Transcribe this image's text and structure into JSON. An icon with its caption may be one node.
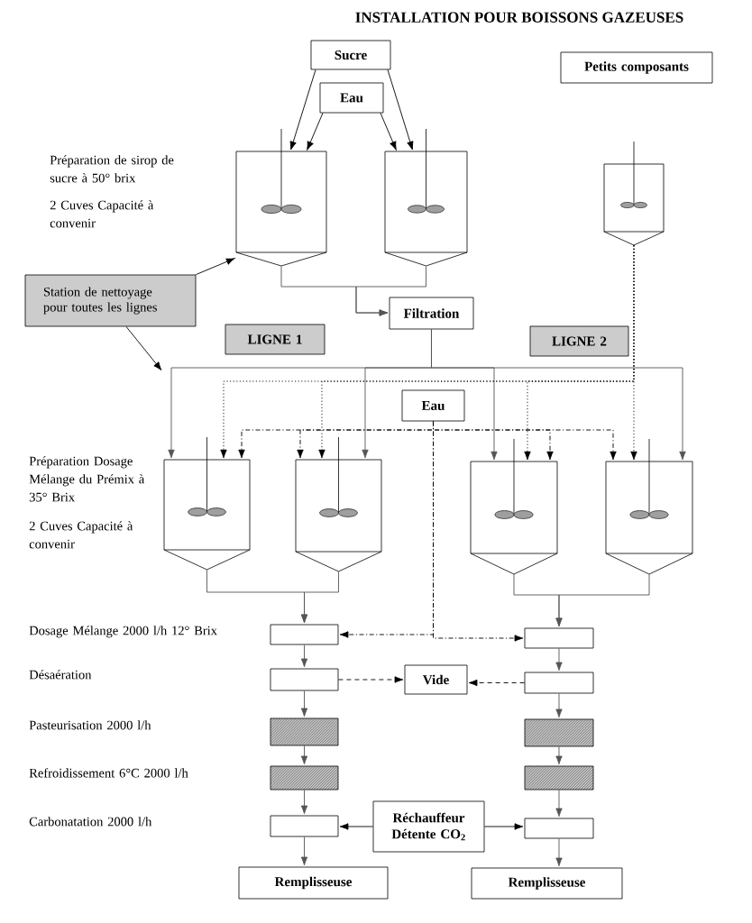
{
  "diagram": {
    "title": "INSTALLATION POUR BOISSONS GAZEUSES",
    "nodes": [
      {
        "text": [
          "Sucre"
        ]
      },
      {
        "text": [
          "Eau"
        ]
      },
      {
        "text": [
          "Petits composants"
        ]
      },
      {
        "text": [],
        "shape": "tank"
      },
      {
        "text": [],
        "shape": "tank"
      },
      {
        "text": [],
        "shape": "tank"
      },
      {
        "text": [
          "Station de nettoyage pour toutes les lignes"
        ]
      },
      {
        "text": [
          "Filtration"
        ]
      },
      {
        "text": [
          "LIGNE 1"
        ]
      },
      {
        "text": [
          "LIGNE 2"
        ]
      },
      {
        "text": [
          "Eau"
        ]
      },
      {
        "text": [],
        "shape": "tank"
      },
      {
        "text": [],
        "shape": "tank"
      },
      {
        "text": [],
        "shape": "tank"
      },
      {
        "text": [],
        "shape": "tank"
      },
      {
        "text": [],
        "shape": "box"
      },
      {
        "text": [],
        "shape": "box"
      },
      {
        "text": [],
        "shape": "box"
      },
      {
        "text": [
          "Vide"
        ]
      },
      {
        "text": [],
        "shape": "box"
      },
      {
        "text": [],
        "shape": "box"
      },
      {
        "text": [],
        "shape": "box"
      },
      {
        "text": [],
        "shape": "box"
      },
      {
        "text": [],
        "shape": "box"
      },
      {
        "text": [],
        "shape": "box"
      },
      {
        "text": [
          "Réchauffeur Détente CO$_{2}$"
        ]
      },
      {
        "text": [],
        "shape": "box"
      },
      {
        "text": [
          "Remplisseuse"
        ]
      },
      {
        "text": [
          "Remplisseuse"
        ]
      }
    ],
    "edges": [
      {
        "from": 0,
        "to": 3,
        "arrow": "to",
        "color": "#000000"
      },
      {
        "from": 1,
        "to": 3,
        "arrow": "to",
        "color": "#000000"
      },
      {
        "from": 1,
        "to": 4,
        "arrow": "to",
        "color": "#000000"
      },
      {
        "from": 0,
        "to": 4,
        "arrow": "to",
        "color": "#000000"
      },
      {
        "from": 6,
        "to": 3,
        "arrow": "to",
        "color": "#000000"
      },
      {
        "from": 6,
        "to": null,
        "arrow": "to",
        "color": "#000000"
      },
      {
        "from": 3,
        "to": 7,
        "arrow": "to"
      },
      {
        "from": 4,
        "to": 7,
        "arrow": "to"
      },
      {
        "from": 7,
        "to": 11,
        "arrow": "to"
      },
      {
        "from": 7,
        "to": 12,
        "arrow": "to"
      },
      {
        "from": 7,
        "to": 13,
        "arrow": "to"
      },
      {
        "from": 7,
        "to": 14,
        "arrow": "to"
      },
      {
        "from": 5,
        "to": 11,
        "arrow": "to",
        "style": "dashed",
        "color": "#000000"
      },
      {
        "from": 5,
        "to": 12,
        "arrow": "to",
        "style": "dashed",
        "color": "#000000"
      },
      {
        "from": 5,
        "to": 13,
        "arrow": "to",
        "style": "dashed",
        "color": "#000000"
      },
      {
        "from": 5,
        "to": 14,
        "arrow": "to",
        "style": "dashed",
        "color": "#000000"
      },
      {
        "from": 10,
        "to": 11,
        "arrow": "to",
        "style": "dashed",
        "color": "#000000"
      },
      {
        "from": 10,
        "to": 12,
        "arrow": "to",
        "style": "dashed",
        "color": "#000000"
      },
      {
        "from": 10,
        "to": 13,
        "arrow": "to",
        "style": "dashed",
        "color": "#000000"
      },
      {
        "from": 10,
        "to": 14,
        "arrow": "to",
        "style": "dashed",
        "color": "#000000"
      },
      {
        "from": 10,
        "to": 15,
        "arrow": "to",
        "style": "dashed",
        "color": "#000000"
      },
      {
        "from": 10,
        "to": 16,
        "arrow": "to",
        "style": "dashed",
        "color": "#000000"
      },
      {
        "from": 11,
        "to": 15,
        "arrow": "to"
      },
      {
        "from": 12,
        "to": 15,
        "arrow": "to"
      },
      {
        "from": 13,
        "to": 16,
        "arrow": "to"
      },
      {
        "from": 14,
        "to": 16,
        "arrow": "to"
      },
      {
        "from": 15,
        "to": 17,
        "arrow": "to"
      },
      {
        "from": 17,
        "to": 20,
        "arrow": "to"
      },
      {
        "from": 20,
        "to": 22,
        "arrow": "to"
      },
      {
        "from": 22,
        "to": 24,
        "arrow": "to"
      },
      {
        "from": 24,
        "to": 27,
        "arrow": "to"
      },
      {
        "from": 16,
        "to": 19,
        "arrow": "to"
      },
      {
        "from": 19,
        "to": 21,
        "arrow": "to"
      },
      {
        "from": 21,
        "to": 23,
        "arrow": "to"
      },
      {
        "from": 23,
        "to": 26,
        "arrow": "to"
      },
      {
        "from": 26,
        "to": 28,
        "arrow": "to"
      },
      {
        "from": 17,
        "to": 18,
        "arrow": "to",
        "style": "dashed",
        "color": "#000000"
      },
      {
        "from": 19,
        "to": 18,
        "arrow": "to",
        "style": "dashed",
        "color": "#000000"
      },
      {
        "from": 25,
        "to": 24,
        "arrow": "to",
        "color": "#000000"
      },
      {
        "from": 25,
        "to": 26,
        "arrow": "to",
        "color": "#000000"
      }
    ],
    "labels": [
      "Préparation de sirop de sucre à 50° brix",
      "2 Cuves Capacité à convenir",
      "Préparation Dosage Mélange du Prémix à 35° Brix",
      "2 Cuves Capacité à convenir",
      "Dosage Mélange 2000 l/h 12° Brix",
      "Désaération",
      "Pasteurisation 2000 l/h",
      "Refroidissement 6°C 2000 l/h",
      "Carbonatation 2000 l/h"
    ]
  }
}
